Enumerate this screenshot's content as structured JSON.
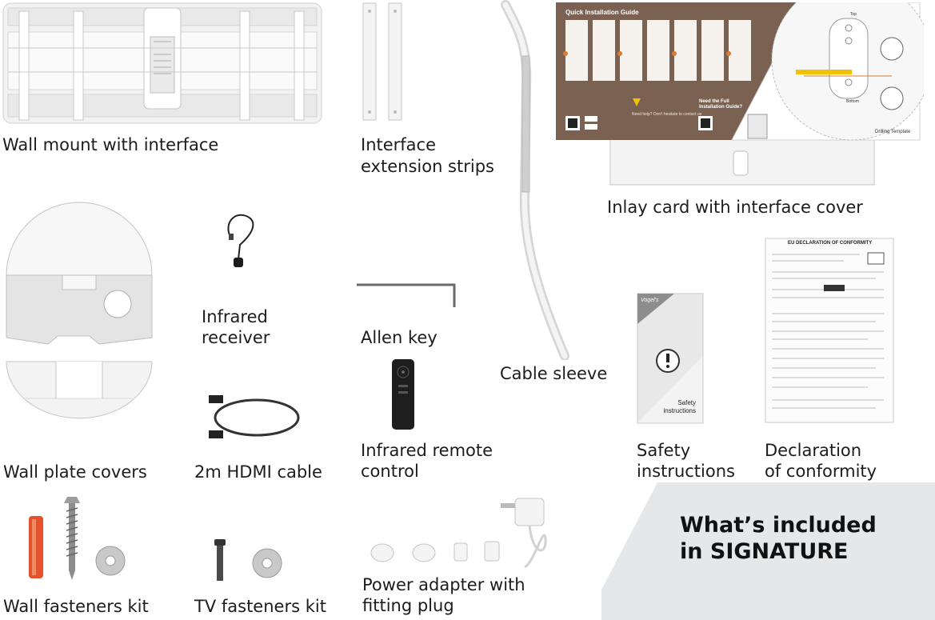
{
  "labels": {
    "wall_mount": "Wall mount with interface",
    "extension_strips_1": "Interface",
    "extension_strips_2": "extension strips",
    "inlay_card": "Inlay card with interface cover",
    "infrared_receiver_1": "Infrared",
    "infrared_receiver_2": "receiver",
    "allen_key": "Allen key",
    "cable_sleeve": "Cable sleeve",
    "wall_plate_covers": "Wall plate covers",
    "hdmi_cable": "2m HDMI cable",
    "remote_1": "Infrared remote",
    "remote_2": "control",
    "safety_1": "Safety",
    "safety_2": "instructions",
    "declaration_1": "Declaration",
    "declaration_2": "of conformity",
    "wall_fasteners": "Wall fasteners kit",
    "tv_fasteners": "TV fasteners kit",
    "power_adapter_1": "Power adapter with",
    "power_adapter_2": "fitting plug"
  },
  "banner": {
    "line1": "What’s included",
    "line2": "in SIGNATURE"
  },
  "guide": {
    "title": "Quick Installation Guide",
    "cta": "Need the Full Installation Guide?",
    "help": "Need help? Don't hesitate to contact us",
    "template": "Drilling Template",
    "top": "Top",
    "bottom": "Bottom"
  },
  "declaration_doc": {
    "title": "EU DECLARATION OF CONFORMITY"
  },
  "safety_card": {
    "brand": "Vogel's",
    "text": "Safety instructions"
  },
  "colors": {
    "banner_bg": "#e6e7e9",
    "guide_brown": "#7a6152",
    "accent_orange": "#e07a2e",
    "dowel_orange": "#e5512a"
  }
}
